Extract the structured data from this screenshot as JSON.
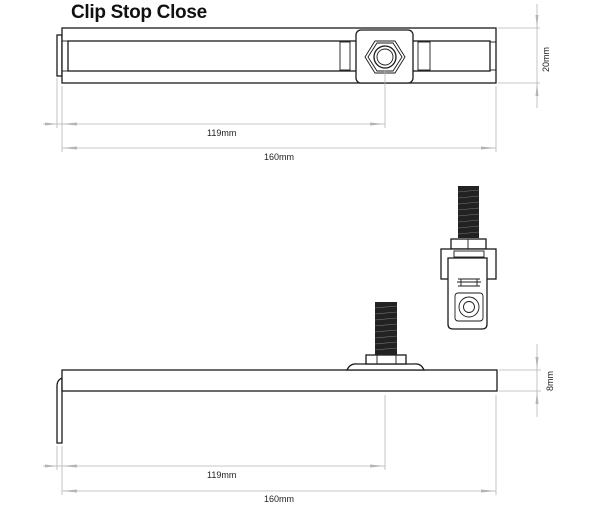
{
  "title": "Clip Stop Close",
  "top_view": {
    "dim_offset": "119mm",
    "dim_length": "160mm",
    "dim_width": "20mm"
  },
  "side_view": {
    "dim_offset": "119mm",
    "dim_length": "160mm",
    "dim_height": "8mm"
  }
}
